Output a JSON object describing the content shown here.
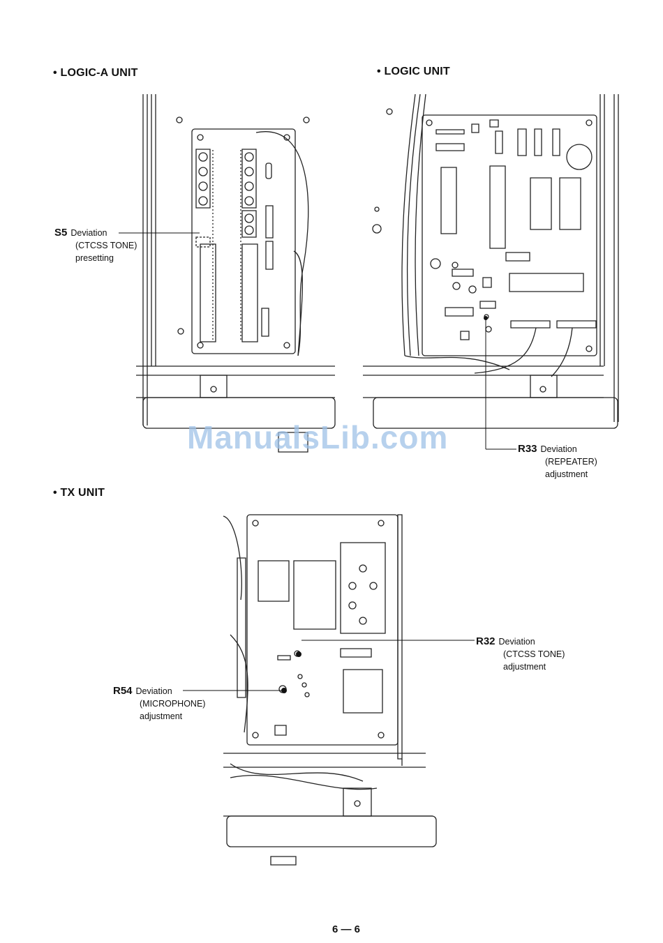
{
  "sections": {
    "logic_a": {
      "title": "LOGIC-A UNIT"
    },
    "logic": {
      "title": "LOGIC UNIT"
    },
    "tx": {
      "title": "TX UNIT"
    }
  },
  "bullet": "•",
  "callouts": {
    "s5": {
      "ref": "S5",
      "lines": [
        "Deviation",
        "(CTCSS TONE)",
        "presetting"
      ]
    },
    "r33": {
      "ref": "R33",
      "lines": [
        "Deviation",
        "(REPEATER)",
        "adjustment"
      ]
    },
    "r32": {
      "ref": "R32",
      "lines": [
        "Deviation",
        "(CTCSS TONE)",
        "adjustment"
      ]
    },
    "r54": {
      "ref": "R54",
      "lines": [
        "Deviation",
        "(MICROPHONE)",
        "adjustment"
      ]
    }
  },
  "watermark": "ManualsLib.com",
  "page_number": "6 — 6"
}
